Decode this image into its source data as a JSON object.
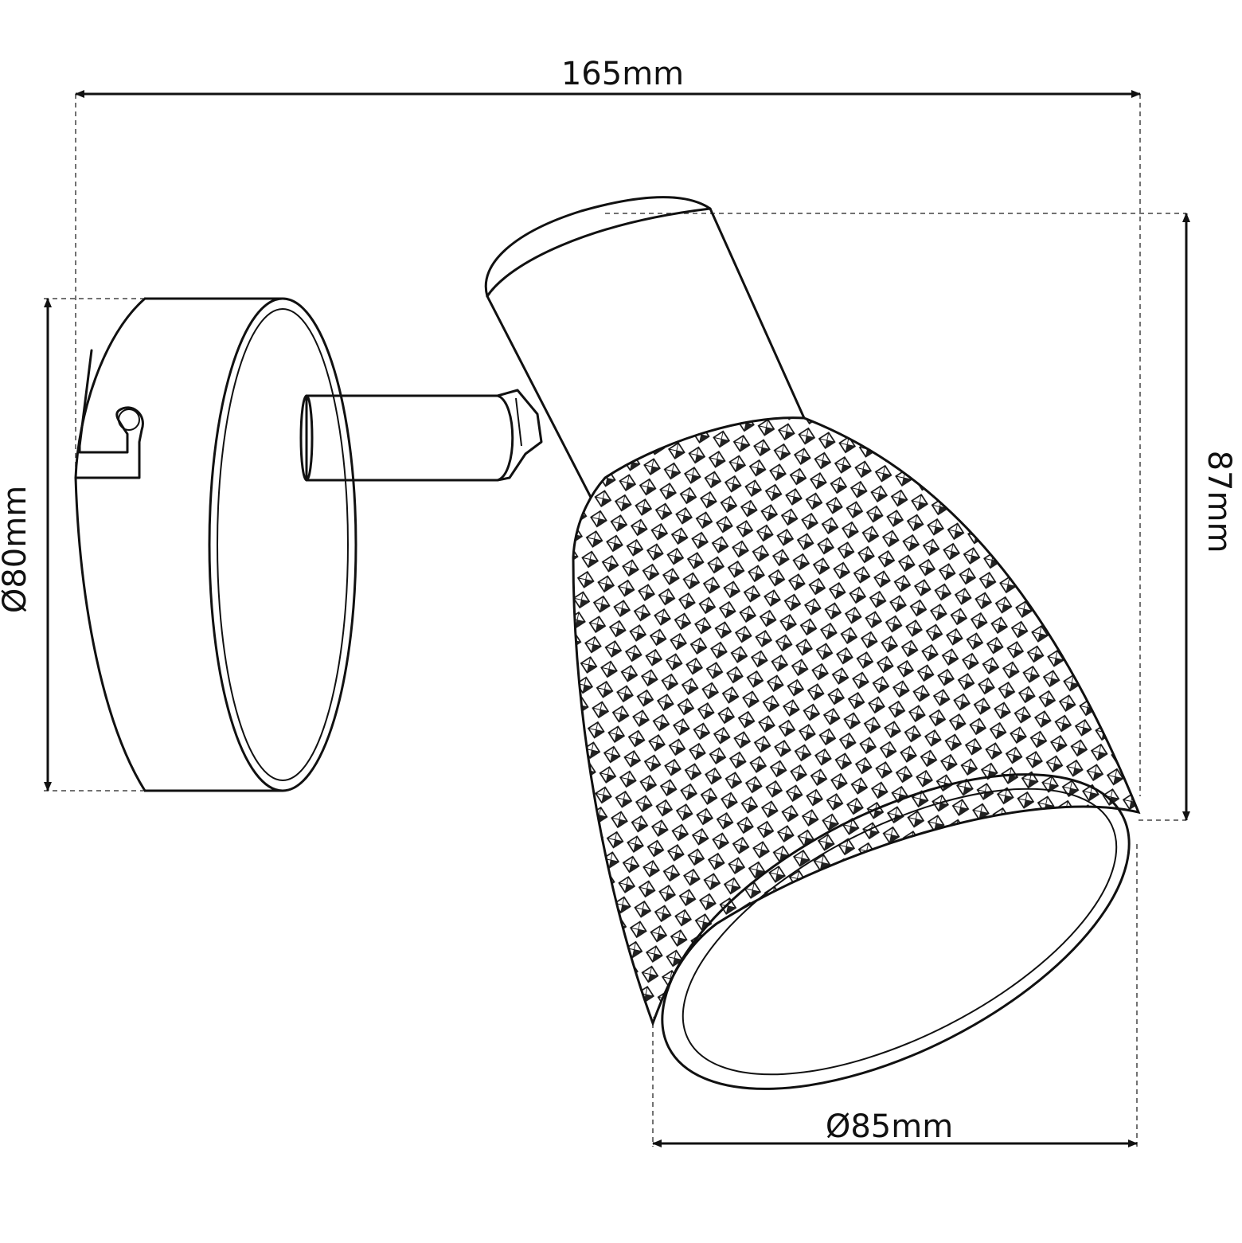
{
  "colors": {
    "ink": "#111111",
    "background": "#ffffff"
  },
  "dimensions": {
    "width_label": "165mm",
    "height_label": "87mm",
    "base_diameter_label": "Ø80mm",
    "shade_diameter_label": "Ø85mm"
  }
}
